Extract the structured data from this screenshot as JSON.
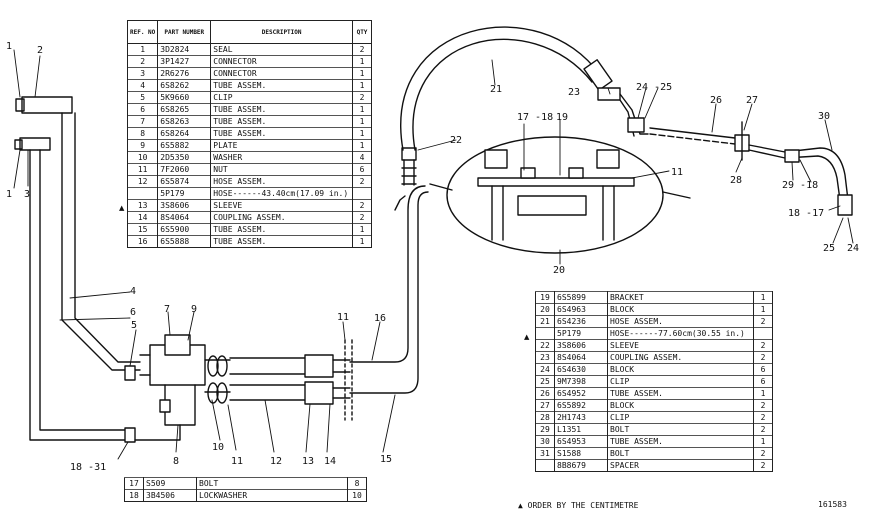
{
  "table_top": {
    "headers": {
      "ref": "REF. NO",
      "part": "PART NUMBER",
      "desc": "DESCRIPTION",
      "qty": "QTY"
    },
    "rows": [
      {
        "ref": "1",
        "pn": "3D2824",
        "desc": "SEAL",
        "qty": "2"
      },
      {
        "ref": "2",
        "pn": "3P1427",
        "desc": "CONNECTOR",
        "qty": "1"
      },
      {
        "ref": "3",
        "pn": "2R6276",
        "desc": "CONNECTOR",
        "qty": "1"
      },
      {
        "ref": "4",
        "pn": "6S8262",
        "desc": "TUBE ASSEM.",
        "qty": "1"
      },
      {
        "ref": "5",
        "pn": "5K9660",
        "desc": "CLIP",
        "qty": "2"
      },
      {
        "ref": "6",
        "pn": "6S8265",
        "desc": "TUBE ASSEM.",
        "qty": "1"
      },
      {
        "ref": "7",
        "pn": "6S8263",
        "desc": "TUBE ASSEM.",
        "qty": "1"
      },
      {
        "ref": "8",
        "pn": "6S8264",
        "desc": "TUBE ASSEM.",
        "qty": "1"
      },
      {
        "ref": "9",
        "pn": "6S5882",
        "desc": "PLATE",
        "qty": "1"
      },
      {
        "ref": "10",
        "pn": "2D5350",
        "desc": "WASHER",
        "qty": "4"
      },
      {
        "ref": "11",
        "pn": "7F2060",
        "desc": "NUT",
        "qty": "6"
      },
      {
        "ref": "12",
        "pn": "6S5874",
        "desc": "HOSE ASSEM.",
        "qty": "2"
      },
      {
        "ref": "",
        "pn": "5P179",
        "desc": "  HOSE------43.40cm(17.09 in.)",
        "qty": ""
      },
      {
        "ref": "13",
        "pn": "3S8606",
        "desc": "  SLEEVE",
        "qty": "2"
      },
      {
        "ref": "14",
        "pn": "8S4064",
        "desc": "  COUPLING ASSEM.",
        "qty": "2"
      },
      {
        "ref": "15",
        "pn": "6S5900",
        "desc": "TUBE ASSEM.",
        "qty": "1"
      },
      {
        "ref": "16",
        "pn": "6S5888",
        "desc": "TUBE ASSEM.",
        "qty": "1"
      }
    ]
  },
  "table_right": {
    "rows": [
      {
        "ref": "19",
        "pn": "6S5899",
        "desc": "BRACKET",
        "qty": "1"
      },
      {
        "ref": "20",
        "pn": "6S4963",
        "desc": "BLOCK",
        "qty": "1"
      },
      {
        "ref": "21",
        "pn": "6S4236",
        "desc": "HOSE ASSEM.",
        "qty": "2"
      },
      {
        "ref": "",
        "pn": "5P179",
        "desc": "  HOSE------77.60cm(30.55 in.)",
        "qty": ""
      },
      {
        "ref": "22",
        "pn": "3S8606",
        "desc": "  SLEEVE",
        "qty": "2"
      },
      {
        "ref": "23",
        "pn": "8S4064",
        "desc": "  COUPLING ASSEM.",
        "qty": "2"
      },
      {
        "ref": "24",
        "pn": "6S4630",
        "desc": "BLOCK",
        "qty": "6"
      },
      {
        "ref": "25",
        "pn": "9M7398",
        "desc": "CLIP",
        "qty": "6"
      },
      {
        "ref": "26",
        "pn": "6S4952",
        "desc": "TUBE ASSEM.",
        "qty": "1"
      },
      {
        "ref": "27",
        "pn": "6S5892",
        "desc": "BLOCK",
        "qty": "2"
      },
      {
        "ref": "28",
        "pn": "2H1743",
        "desc": "CLIP",
        "qty": "2"
      },
      {
        "ref": "29",
        "pn": "L1351",
        "desc": "BOLT",
        "qty": "2"
      },
      {
        "ref": "30",
        "pn": "6S4953",
        "desc": "TUBE ASSEM.",
        "qty": "1"
      },
      {
        "ref": "31",
        "pn": "S1588",
        "desc": "BOLT",
        "qty": "2"
      },
      {
        "ref": "",
        "pn": "8B8679",
        "desc": "SPACER",
        "qty": "2"
      }
    ]
  },
  "table_bottom": {
    "rows": [
      {
        "ref": "17",
        "pn": "S509",
        "desc": "BOLT",
        "qty": "8"
      },
      {
        "ref": "18",
        "pn": "3B4506",
        "desc": "LOCKWASHER",
        "qty": "10"
      }
    ]
  },
  "footnote": "▲ ORDER BY THE CENTIMETRE",
  "figure_number": "161583",
  "star_symbol": "▲",
  "callouts": [
    "1",
    "2",
    "1",
    "3",
    "4",
    "5",
    "6",
    "7",
    "9",
    "8",
    "10",
    "11",
    "12",
    "13",
    "14",
    "11",
    "15",
    "16",
    "18 -31",
    "17 -18",
    "19",
    "11",
    "20",
    "21",
    "22",
    "23",
    "24 -25",
    "26",
    "27",
    "28",
    "29 -18",
    "30",
    "18 -17",
    "25",
    "24"
  ]
}
